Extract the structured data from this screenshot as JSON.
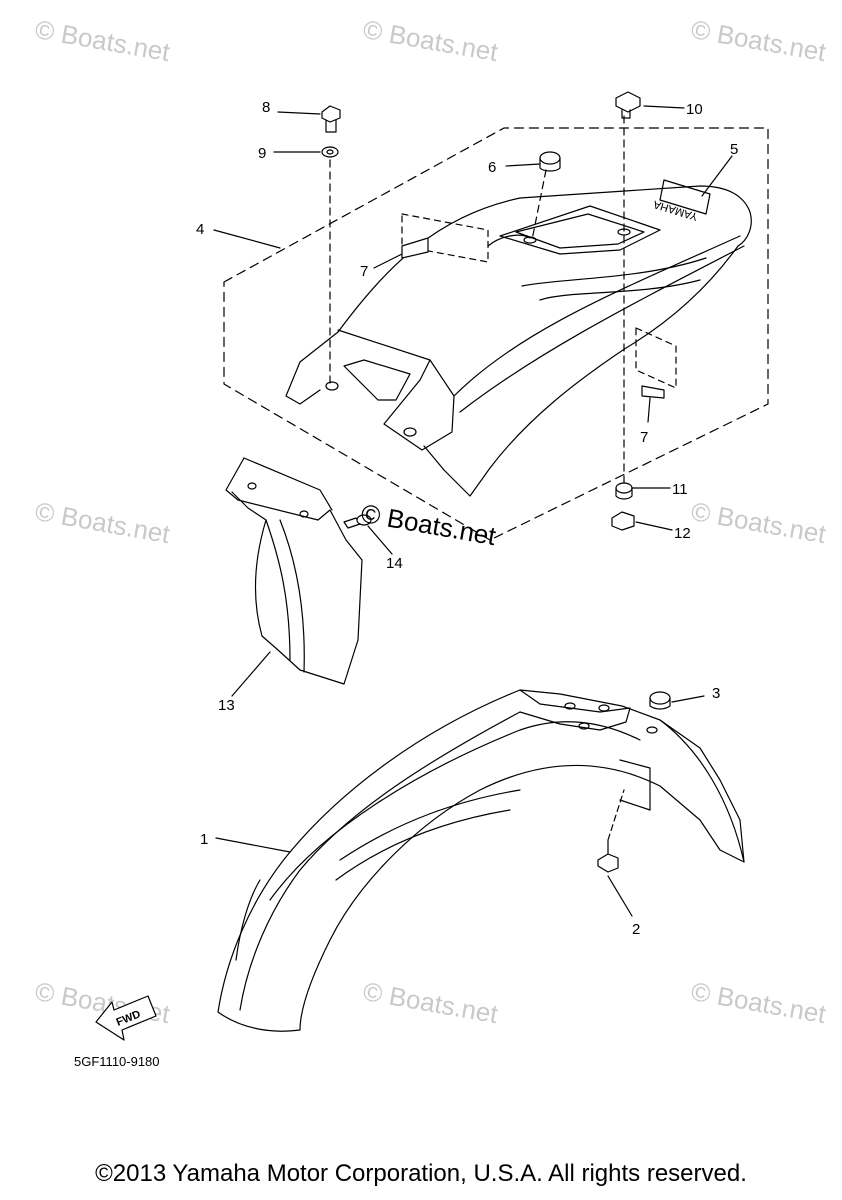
{
  "watermark_text": "© Boats.net",
  "center_watermark": "© Boats.net",
  "logo_text": "YAMAHA",
  "fwd_label": "FWD",
  "diagram_code": "5GF1110-9180",
  "copyright": "©2013 Yamaha Motor Corporation, U.S.A. All rights reserved.",
  "callouts": [
    "1",
    "2",
    "3",
    "4",
    "5",
    "6",
    "7",
    "7",
    "8",
    "9",
    "10",
    "11",
    "12",
    "13",
    "14"
  ]
}
